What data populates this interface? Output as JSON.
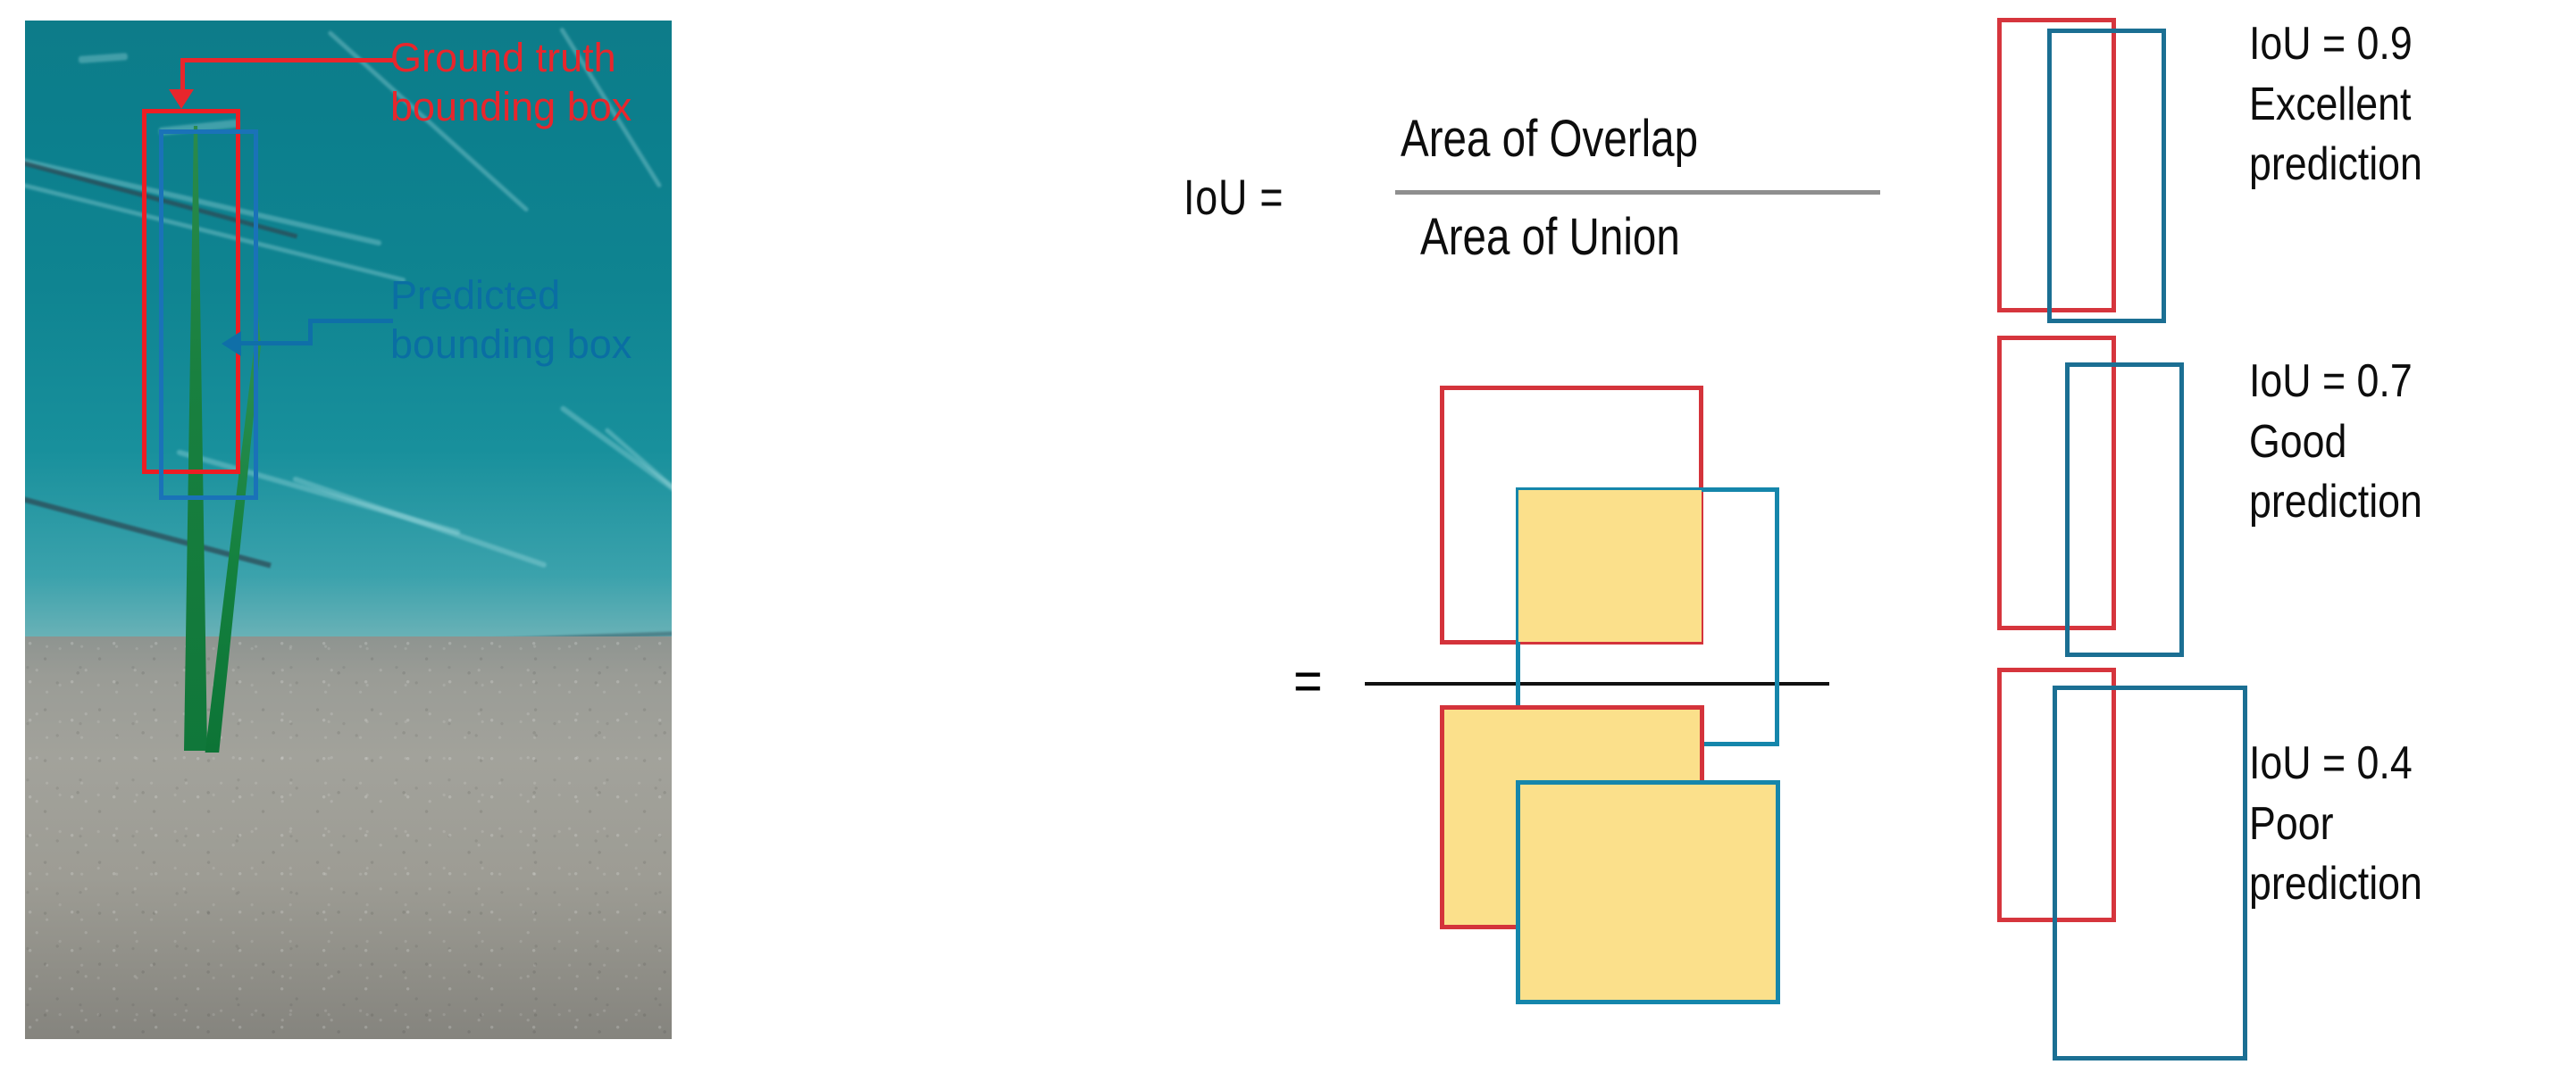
{
  "figure": {
    "title": "Intersection over Union (IoU) illustration",
    "colors": {
      "ground_truth": "#ee1d23",
      "predicted": "#1a72b8",
      "overlap_fill": "#fbe08b",
      "text": "#0d0d0d",
      "fraction_rule": "#8f8f8f"
    }
  },
  "photo": {
    "alt": "Underwater photo of a green seagrass blade on sandy seabed in teal water",
    "annotations": {
      "ground_truth_label_line1": "Ground truth",
      "ground_truth_label_line2": "bounding box",
      "predicted_label_line1": "Predicted",
      "predicted_label_line2": "bounding box"
    }
  },
  "formula": {
    "lhs": "IoU =",
    "numerator": "Area of Overlap",
    "denominator": "Area of Union",
    "equals": "="
  },
  "examples": [
    {
      "iou_label": "IoU = 0.9",
      "quality_line1": "Excellent",
      "quality_line2": "prediction",
      "iou_value": 0.9
    },
    {
      "iou_label": "IoU = 0.7",
      "quality_line1": "Good",
      "quality_line2": "prediction",
      "iou_value": 0.7
    },
    {
      "iou_label": "IoU = 0.4",
      "quality_line1": "Poor",
      "quality_line2": "prediction",
      "iou_value": 0.4
    }
  ]
}
